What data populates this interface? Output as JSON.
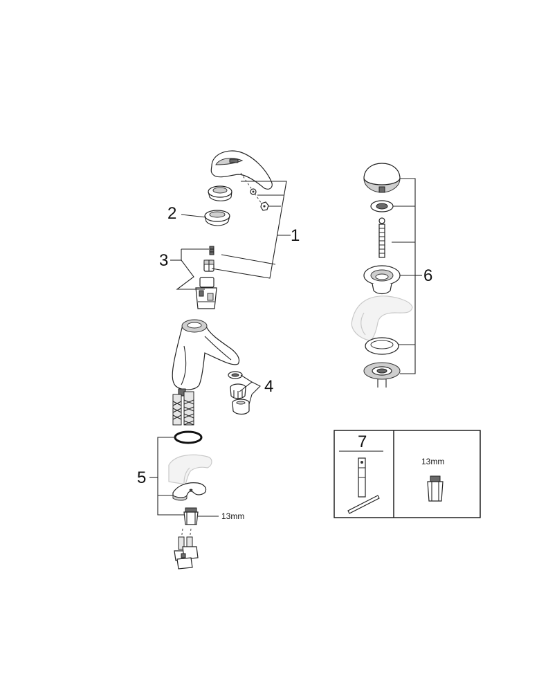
{
  "callouts": {
    "c1": "1",
    "c2": "2",
    "c3": "3",
    "c4": "4",
    "c5": "5",
    "c6": "6",
    "c7": "7"
  },
  "dimensions": {
    "wrench_left": "13mm",
    "wrench_box": "13mm"
  },
  "colors": {
    "line": "#222222",
    "shade": "#cfcfcf",
    "ghost": "#f3f3f3"
  }
}
